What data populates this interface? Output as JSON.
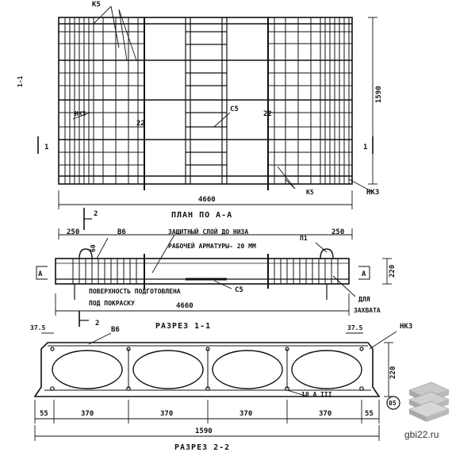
{
  "plan": {
    "label_k5_top": "К5",
    "label_nk3_left": "НК3",
    "label_c5": "С5",
    "label_22_left": "22",
    "label_22_right": "22",
    "label_k5_bottom": "К5",
    "label_nk3_right": "НК3",
    "dim_height": "1590",
    "dim_width": "4660",
    "section_mark_left": "1",
    "section_mark_right": "1",
    "side_mark": "1-1",
    "title": "ПЛАН ПО А-А"
  },
  "section1": {
    "mark_2": "2",
    "dim_250_left": "250",
    "label_b6": "В6",
    "dim_60": "60",
    "note_line1": "ЗАЩИТНЫЙ СЛОЙ ДО НИЗА",
    "note_line2": "РАБОЧЕЙ АРМАТУРЫ- 20 ММ",
    "label_p1": "П1",
    "dim_250_right": "250",
    "marker_a_left": "А",
    "marker_a_right": "А",
    "dim_220": "220",
    "label_c5": "С5",
    "note_surface_line1": "ПОВЕРХНОСТЬ ПОДГОТОВЛЕНА",
    "note_surface_line2": "ПОД ПОКРАСКУ",
    "dim_4660": "4660",
    "note_grip_line1": "ДЛЯ",
    "note_grip_line2": "ЗАХВАТА",
    "title": "РАЗРЕЗ 1-1"
  },
  "section2": {
    "dim_37_5_left": "37.5",
    "mark_2": "2",
    "label_b6": "В6",
    "dim_37_5_right": "37.5",
    "label_nk3": "НК3",
    "dim_220": "220",
    "label_rebar": "10 A III",
    "dim_55_left": "55",
    "dim_370_1": "370",
    "dim_370_2": "370",
    "dim_370_3": "370",
    "dim_370_4": "370",
    "dim_55_right": "55",
    "dim_1590": "1590",
    "callout_05": "05",
    "title": "РАЗРЕЗ 2-2"
  },
  "watermark": {
    "site": "gbi22.ru",
    "logo_icon": "stacked-slabs-icon"
  }
}
